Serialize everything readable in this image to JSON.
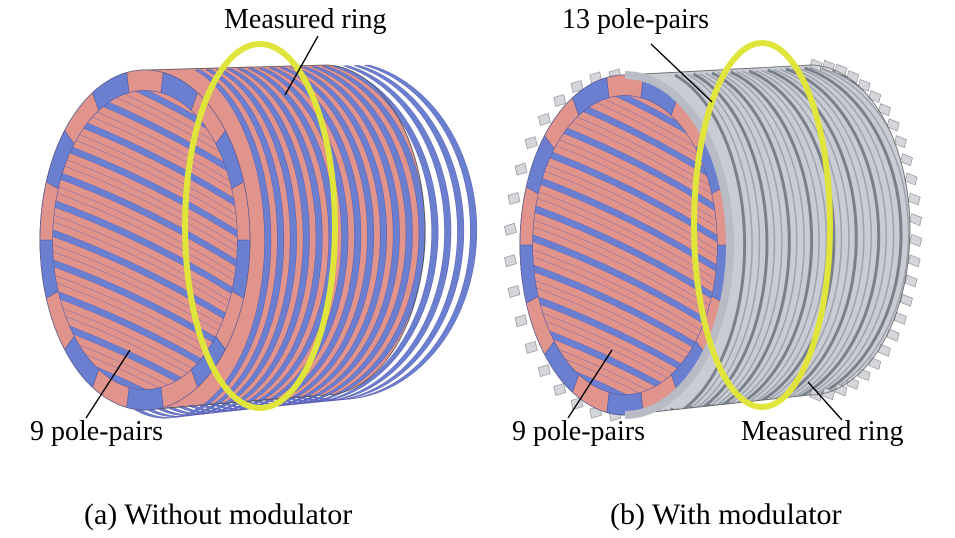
{
  "colors": {
    "pole_blue": "#6a7fd0",
    "pole_red": "#e0948c",
    "modulator_gray": "#c9ccd3",
    "ring_yellow": "#dfe53a",
    "text": "#000000"
  },
  "panel_a": {
    "annotation_top": "Measured ring",
    "annotation_bottom": "9 pole-pairs",
    "caption": "(a) Without modulator"
  },
  "panel_b": {
    "annotation_top": "13 pole-pairs",
    "annotation_inner": "9 pole-pairs",
    "annotation_ring": "Measured ring",
    "caption": "(b) With modulator"
  }
}
